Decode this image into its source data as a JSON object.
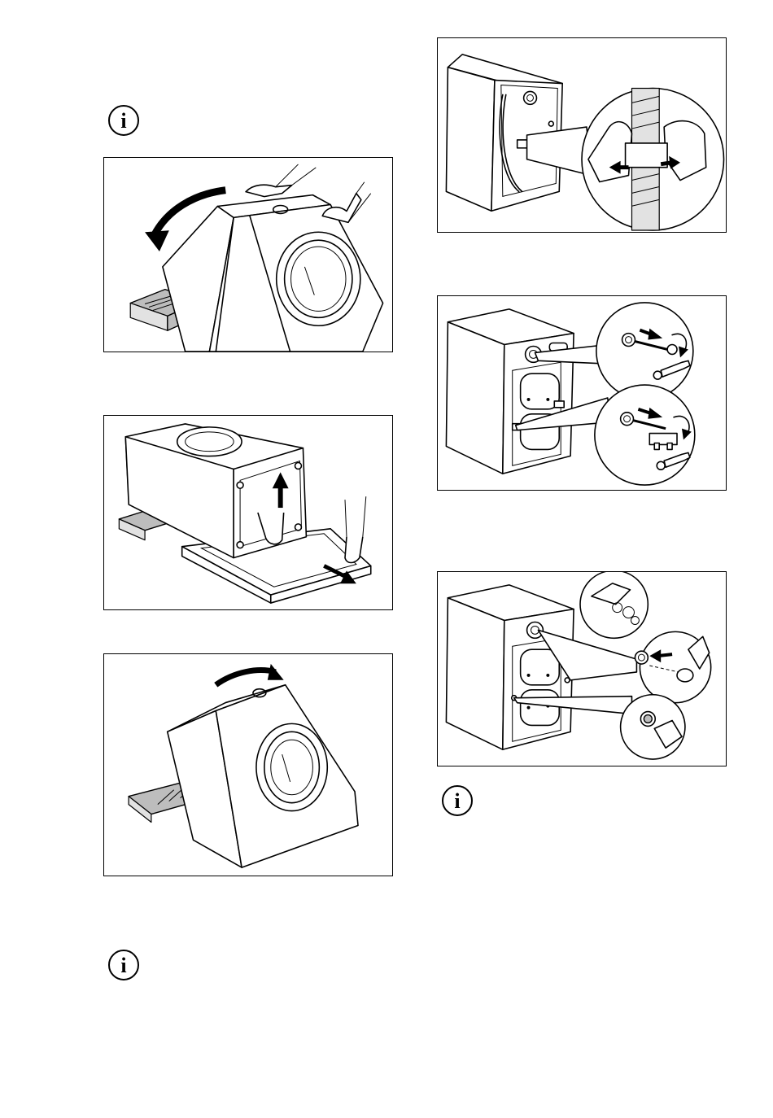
{
  "page": {
    "info_icons": [
      {
        "name": "info-icon",
        "glyph": "i"
      },
      {
        "name": "info-icon",
        "glyph": "i"
      },
      {
        "name": "info-icon",
        "glyph": "i"
      }
    ],
    "figures": [
      {
        "id": "tilt-machine-back",
        "description_icon": "tilt-back-arrow"
      },
      {
        "id": "remove-base-polystyrene",
        "description_icon": "lift-arrow"
      },
      {
        "id": "tilt-machine-upright",
        "description_icon": "tilt-forward-arrow"
      },
      {
        "id": "remove-hose-clamp",
        "description_icon": "clamp-release"
      },
      {
        "id": "unscrew-transit-bolts",
        "description_icon": "wrench"
      },
      {
        "id": "insert-plastic-caps",
        "description_icon": "cap-insert"
      }
    ]
  },
  "colors": {
    "line": "#000000",
    "shade": "#bdbdbd",
    "light_shade": "#e2e2e2",
    "background": "#ffffff"
  }
}
